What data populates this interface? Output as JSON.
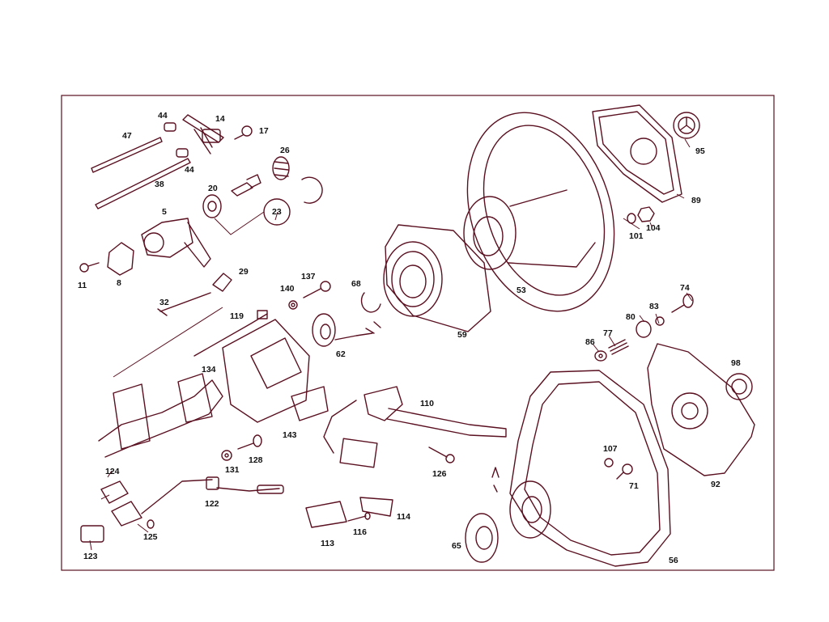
{
  "labels": {
    "p44a": "44",
    "p14": "14",
    "p17": "17",
    "p47": "47",
    "p44b": "44",
    "p26": "26",
    "p38": "38",
    "p20": "20",
    "p23": "23",
    "p5": "5",
    "p11": "11",
    "p8": "8",
    "p29": "29",
    "p32": "32",
    "p119": "119",
    "p137": "137",
    "p140": "140",
    "p68": "68",
    "p62": "62",
    "p59": "59",
    "p53": "53",
    "p95": "95",
    "p89": "89",
    "p101": "101",
    "p104": "104",
    "p74": "74",
    "p83": "83",
    "p80": "80",
    "p77": "77",
    "p86": "86",
    "p98": "98",
    "p134": "134",
    "p143": "143",
    "p110": "110",
    "p131": "131",
    "p128": "128",
    "p124": "124",
    "p126": "126",
    "p107": "107",
    "p71": "71",
    "p92": "92",
    "p122": "122",
    "p114": "114",
    "p125": "125",
    "p116": "116",
    "p113": "113",
    "p123": "123",
    "p65": "65",
    "p56": "56"
  }
}
